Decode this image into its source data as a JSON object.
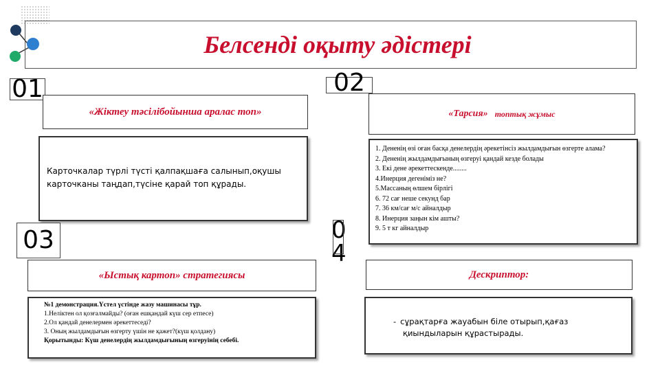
{
  "title": "Белсенді оқыту әдістері",
  "colors": {
    "accent": "#c8102e",
    "dot_dark": "#1f3a5f",
    "dot_blue": "#2f7fd1",
    "dot_green": "#1faa6a"
  },
  "sections": {
    "s1": {
      "number": "01",
      "heading": "«Жіктеу тәсілібойынша аралас топ»",
      "body": "Карточкалар түрлі түсті  қалпақшаға салынып,оқушы карточканы таңдап,түсіне қарай топ құрады."
    },
    "s2": {
      "number": "02",
      "heading_main": "«Тарсия»",
      "heading_sub": "топтық жұмыс",
      "items": [
        "1. Дененің өзі оған басқа денелердің әрекетінсіз жылдамдығын өзгерте алама?",
        "2. Дененің жылдамдығының өзгеруі қандай кезде болады",
        "3. Екі дене әрекеттескенде........",
        "4.Инерция дегеніміз не?",
        "5.Массаның өлшем бірлігі",
        "6. 72 сағ неше секунд бар",
        "7. 36 км/сағ  м/с айналдыр",
        "8. Инерция заңын кім ашты?",
        "9. 5 т    кг айналдыр"
      ]
    },
    "s3": {
      "number": "03",
      "heading": "«Ыстық картоп» стратегиясы",
      "lines": [
        "№1 демонстрация.Үстел үстінде жазу машинасы тұр.",
        "1.Неліктен ол қозғалмайды? (оған ешқандай күш сер етпесе)",
        "2.Ол қандай денелермен әрекеттеседі?",
        "3. Оның жылдамдығын өзгерту үшін не қажет?(күш қолдану)",
        "Қорытынды: Күш денелердің жылдамдығының өзгеруінің себебі."
      ]
    },
    "s4": {
      "number_top": "0",
      "number_bottom": "4",
      "heading": "Дескриптор:",
      "dash": "-",
      "line1": "сұрақтарға жауабын біле отырып,қағаз",
      "line2": "қиындыларын құрастырады."
    }
  }
}
